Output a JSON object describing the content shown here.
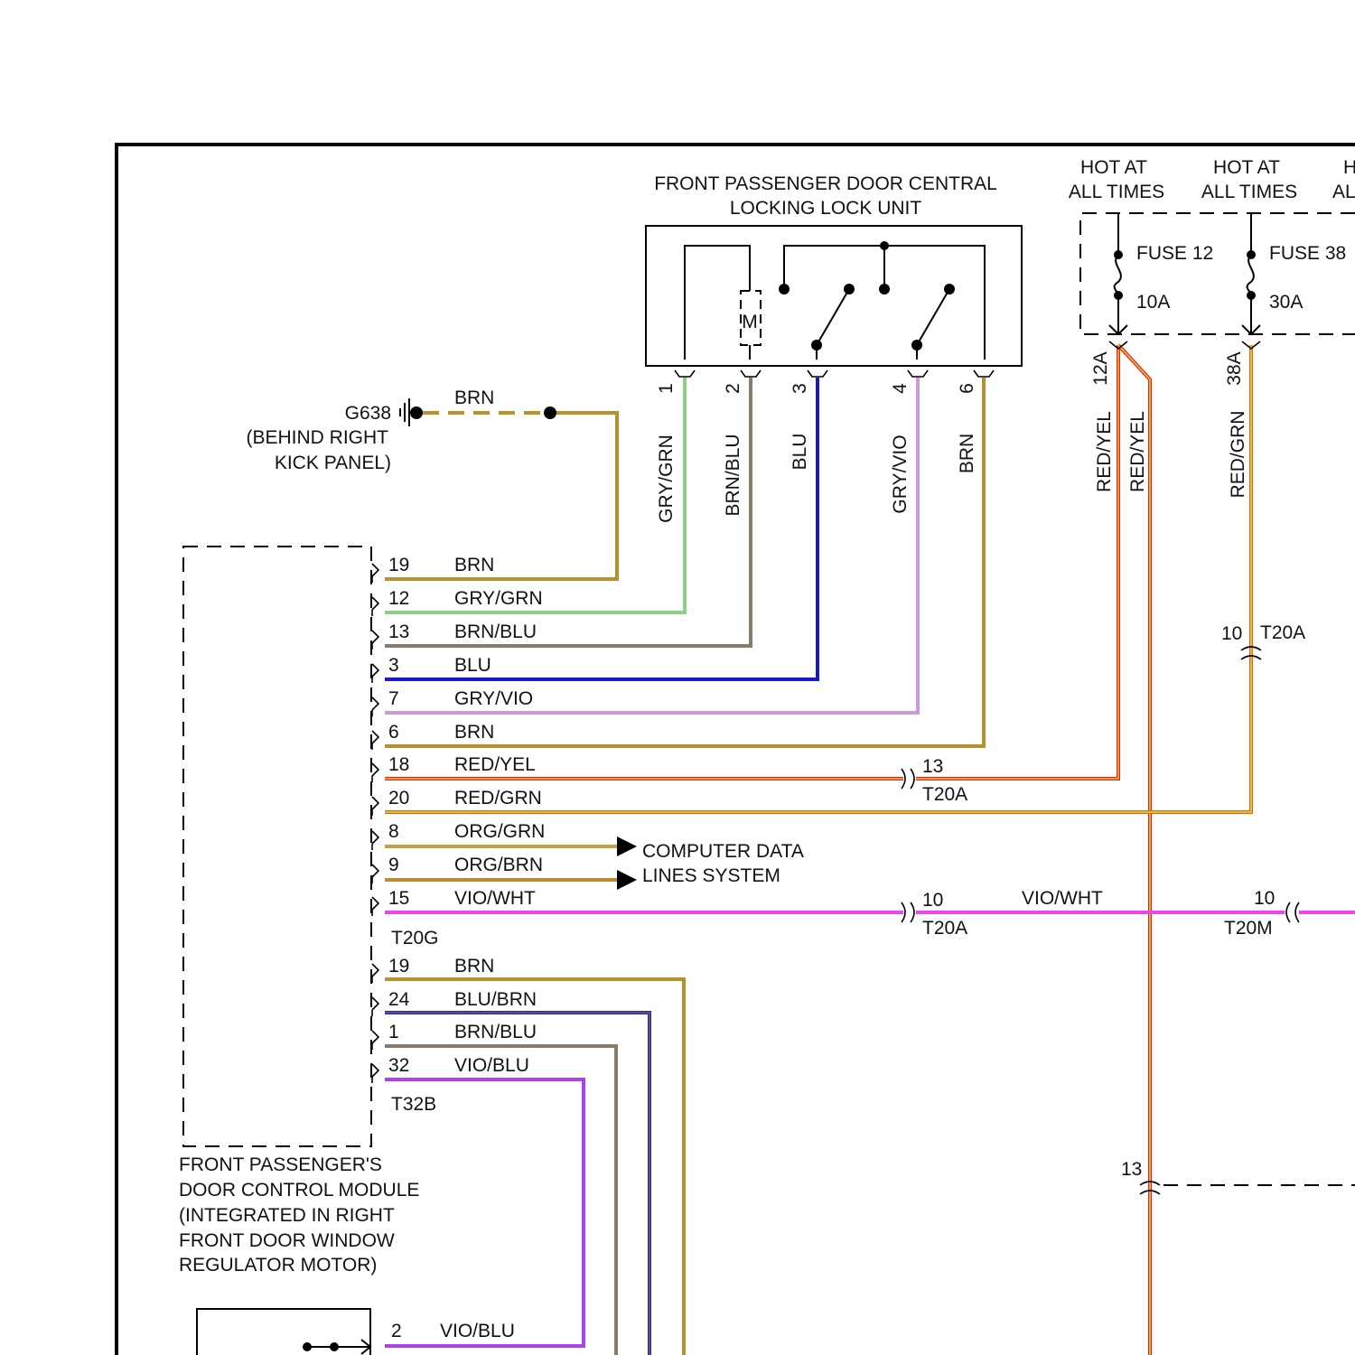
{
  "colors": {
    "BRN": "#b8912a",
    "GRY/GRN": "#8ccf85",
    "BRN/BLU": "#8a7a6a",
    "BLU": "#1818c8",
    "GRY/VIO": "#cc99dd",
    "RED/YEL": "#e82020",
    "RED/GRN": "#d86a1a",
    "ORG/GRN": "#c2a23a",
    "ORG/BRN": "#c08a30",
    "VIO/WHT": "#ee44ee",
    "BLU/BRN": "#2a2ab0",
    "VIO/BLU": "#b040e8",
    "stripe_yel": "#f2d040"
  },
  "lock_unit": {
    "title_line1": "FRONT PASSENGER DOOR CENTRAL",
    "title_line2": "LOCKING LOCK UNIT",
    "motor_label": "M",
    "pins": [
      {
        "pin": "1",
        "wire": "GRY/GRN"
      },
      {
        "pin": "2",
        "wire": "BRN/BLU"
      },
      {
        "pin": "3",
        "wire": "BLU"
      },
      {
        "pin": "4",
        "wire": "GRY/VIO"
      },
      {
        "pin": "6",
        "wire": "BRN"
      }
    ]
  },
  "fuses": [
    {
      "hot_line1": "HOT AT",
      "hot_line2": "ALL TIMES",
      "name": "FUSE 12",
      "rating": "10A",
      "terminal": "12A",
      "wires": [
        "RED/YEL",
        "RED/YEL"
      ]
    },
    {
      "hot_line1": "HOT AT",
      "hot_line2": "ALL TIMES",
      "name": "FUSE 38",
      "rating": "30A",
      "terminal": "38A",
      "wires": [
        "RED/GRN"
      ]
    },
    {
      "hot_line1": "H",
      "hot_line2": "AL"
    }
  ],
  "ground": {
    "id": "G638",
    "loc_line1": "(BEHIND RIGHT",
    "loc_line2": "KICK PANEL)",
    "wire": "BRN"
  },
  "module": {
    "label_lines": [
      "FRONT PASSENGER'S",
      "DOOR CONTROL MODULE",
      "(INTEGRATED IN RIGHT",
      "FRONT DOOR WINDOW",
      "REGULATOR MOTOR)"
    ],
    "connector_top": "T20G",
    "connector_bottom": "T32B",
    "top_pins": [
      {
        "pin": "19",
        "wire": "BRN"
      },
      {
        "pin": "12",
        "wire": "GRY/GRN"
      },
      {
        "pin": "13",
        "wire": "BRN/BLU"
      },
      {
        "pin": "3",
        "wire": "BLU"
      },
      {
        "pin": "7",
        "wire": "GRY/VIO"
      },
      {
        "pin": "6",
        "wire": "BRN"
      },
      {
        "pin": "18",
        "wire": "RED/YEL"
      },
      {
        "pin": "20",
        "wire": "RED/GRN"
      },
      {
        "pin": "8",
        "wire": "ORG/GRN"
      },
      {
        "pin": "9",
        "wire": "ORG/BRN"
      },
      {
        "pin": "15",
        "wire": "VIO/WHT"
      }
    ],
    "bottom_pins": [
      {
        "pin": "19",
        "wire": "BRN"
      },
      {
        "pin": "24",
        "wire": "BLU/BRN"
      },
      {
        "pin": "1",
        "wire": "BRN/BLU"
      },
      {
        "pin": "32",
        "wire": "VIO/BLU"
      }
    ]
  },
  "computer_data": {
    "line1": "COMPUTER DATA",
    "line2": "LINES SYSTEM"
  },
  "connectors": {
    "t20a_13_pin": "13",
    "t20a_13_name": "T20A",
    "t20a_10_pin": "10",
    "t20a_10_name": "T20A",
    "t20a_right_pin": "10",
    "t20a_right_name": "T20A",
    "t20m_pin": "10",
    "t20m_name": "T20M",
    "vio_wht_mid": "VIO/WHT",
    "bottom_13_pin": "13"
  },
  "lower_device": {
    "pin": "2",
    "wire": "VIO/BLU"
  }
}
